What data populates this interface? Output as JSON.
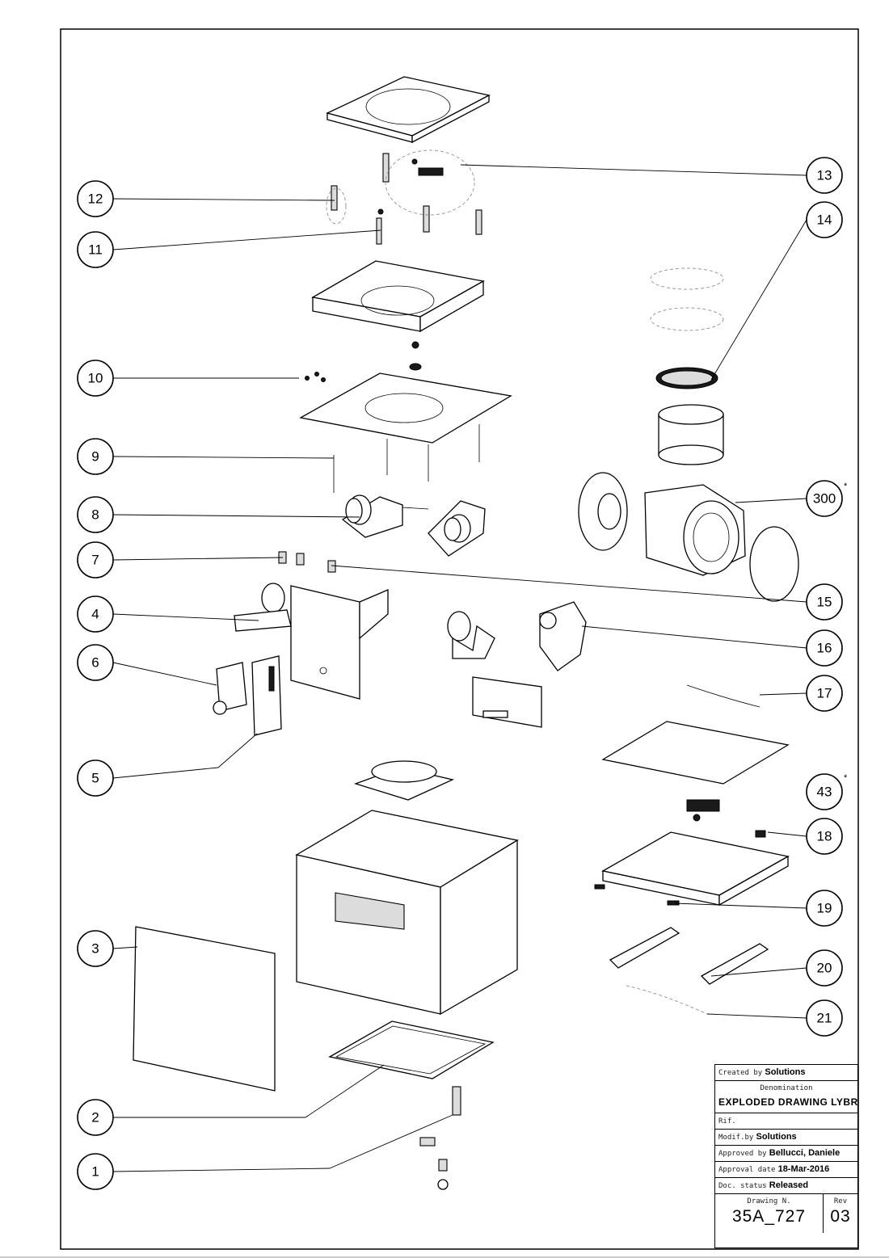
{
  "callouts": {
    "c1": "1",
    "c2": "2",
    "c3": "3",
    "c4": "4",
    "c5": "5",
    "c6": "6",
    "c7": "7",
    "c8": "8",
    "c9": "9",
    "c10": "10",
    "c11": "11",
    "c12": "12",
    "c13": "13",
    "c14": "14",
    "c15": "15",
    "c16": "16",
    "c17": "17",
    "c18": "18",
    "c19": "19",
    "c20": "20",
    "c21": "21",
    "c43": "43",
    "c300": "300",
    "star": "*"
  },
  "title_block": {
    "created_label": "Created by",
    "created_value": "Solutions",
    "denomination_label": "Denomination",
    "denomination_value": "EXPLODED DRAWING LYBRA",
    "rif_label": "Rif.",
    "modif_label": "Modif.by",
    "modif_value": "Solutions",
    "approved_label": "Approved by",
    "approved_value": "Bellucci, Daniele",
    "approval_date_label": "Approval date",
    "approval_date_value": "18-Mar-2016",
    "doc_status_label": "Doc. status",
    "doc_status_value": "Released",
    "drawing_n_label": "Drawing N.",
    "drawing_n_value": "35A_727",
    "rev_label": "Rev",
    "rev_value": "03"
  }
}
